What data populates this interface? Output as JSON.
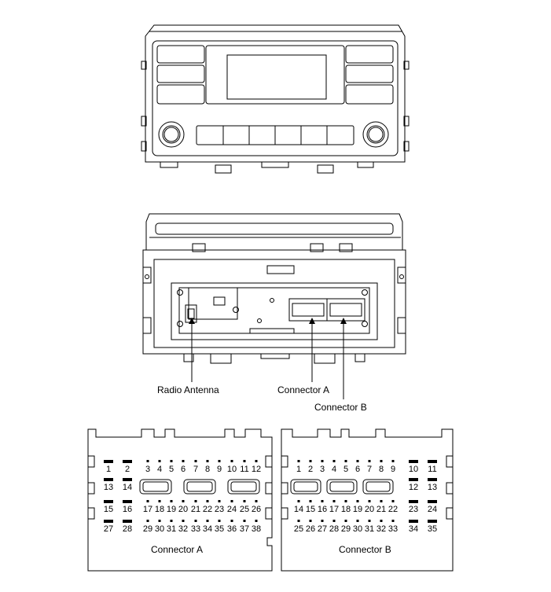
{
  "callouts": {
    "radio_antenna": "Radio Antenna",
    "connector_a": "Connector A",
    "connector_b": "Connector B"
  },
  "connector_a": {
    "title": "Connector A",
    "rows": [
      [
        "1",
        "2",
        "3",
        "4",
        "5",
        "6",
        "7",
        "8",
        "9",
        "10",
        "11",
        "12"
      ],
      [
        "13",
        "14"
      ],
      [
        "15",
        "16",
        "17",
        "18",
        "19",
        "20",
        "21",
        "22",
        "23",
        "24",
        "25",
        "26"
      ],
      [
        "27",
        "28",
        "29",
        "30",
        "31",
        "32",
        "33",
        "34",
        "35",
        "36",
        "37",
        "38"
      ]
    ]
  },
  "connector_b": {
    "title": "Connector B",
    "rows": [
      [
        "1",
        "2",
        "3",
        "4",
        "5",
        "6",
        "7",
        "8",
        "9",
        "10",
        "11"
      ],
      [
        "12",
        "13"
      ],
      [
        "14",
        "15",
        "16",
        "17",
        "18",
        "19",
        "20",
        "21",
        "22",
        "23",
        "24"
      ],
      [
        "25",
        "26",
        "27",
        "28",
        "29",
        "30",
        "31",
        "32",
        "33",
        "34",
        "35"
      ]
    ]
  }
}
